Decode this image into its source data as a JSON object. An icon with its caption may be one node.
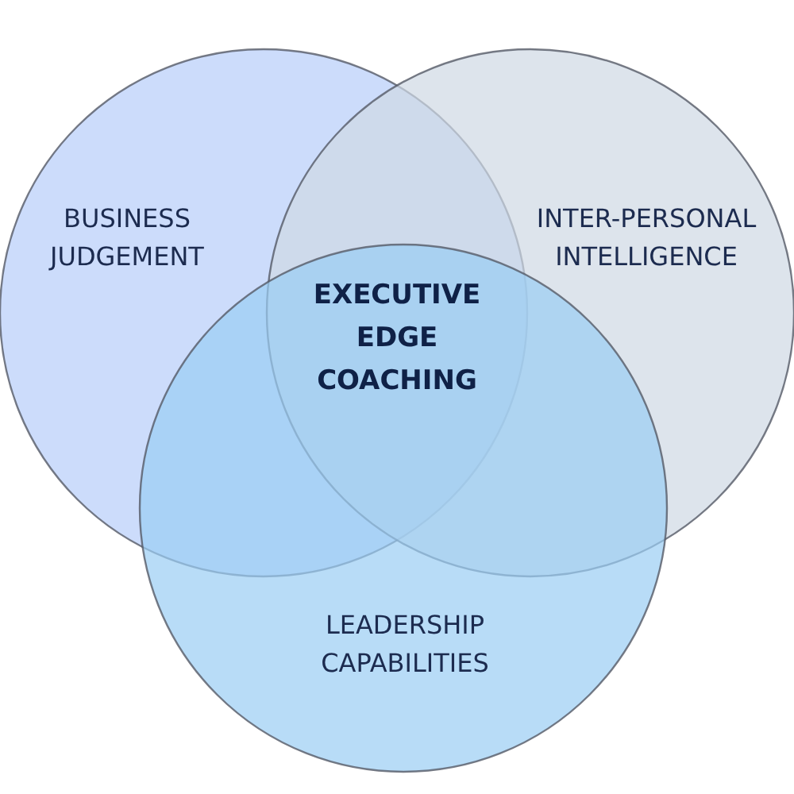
{
  "diagram": {
    "nodes": [
      {
        "text": [
          "BUSINESS JUDGEMENT"
        ]
      },
      {
        "text": [
          "INTER-PERSONAL INTELLIGENCE"
        ]
      },
      {
        "text": [
          "LEADERSHIP CAPABILITIES"
        ]
      }
    ],
    "labels": [
      "EXECUTIVE EDGE COACHING"
    ]
  }
}
